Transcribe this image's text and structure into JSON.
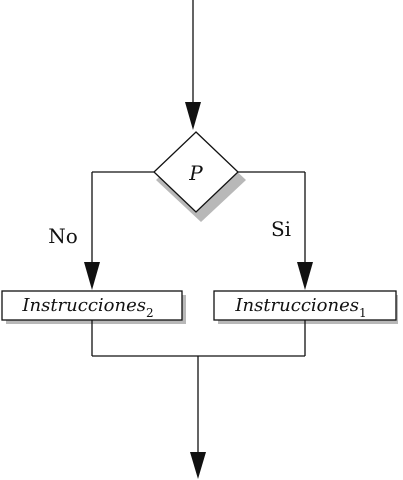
{
  "diagram": {
    "decision": {
      "label": "P"
    },
    "branches": {
      "no_label": "No",
      "yes_label": "Si"
    },
    "left_box": {
      "text": "Instrucciones",
      "subscript": "2"
    },
    "right_box": {
      "text": "Instrucciones",
      "subscript": "1"
    },
    "colors": {
      "stroke": "#111111",
      "shadow": "#b8b8b8",
      "fill": "#ffffff"
    }
  }
}
